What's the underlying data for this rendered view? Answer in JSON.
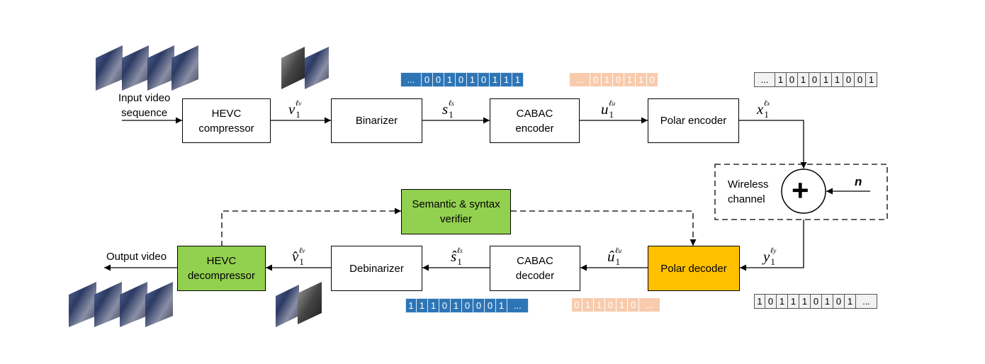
{
  "blocks": {
    "hevc_compressor": "HEVC\ncompressor",
    "binarizer": "Binarizer",
    "cabac_encoder": "CABAC\nencoder",
    "polar_encoder": "Polar encoder",
    "wireless_channel": "Wireless\nchannel",
    "noise": "n",
    "semantic_verifier": "Semantic & syntax\nverifier",
    "polar_decoder": "Polar decoder",
    "cabac_decoder": "CABAC\ndecoder",
    "debinarizer": "Debinarizer",
    "hevc_decompressor": "HEVC\ndecompressor",
    "adder": "+"
  },
  "labels": {
    "input_video": "Input video\nsequence",
    "output_video": "Output video"
  },
  "signals": {
    "v": {
      "base": "v",
      "sub": "1",
      "sup": "ℓ",
      "supsub": "v"
    },
    "s": {
      "base": "s",
      "sub": "1",
      "sup": "ℓ",
      "supsub": "s"
    },
    "u": {
      "base": "u",
      "sub": "1",
      "sup": "ℓ",
      "supsub": "u"
    },
    "x": {
      "base": "x",
      "sub": "1",
      "sup": "ℓ",
      "supsub": "x"
    },
    "y": {
      "base": "y",
      "sub": "1",
      "sup": "ℓ",
      "supsub": "y"
    },
    "u_hat": {
      "base": "û",
      "sub": "1",
      "sup": "ℓ",
      "supsub": "u"
    },
    "s_hat": {
      "base": "ŝ",
      "sub": "1",
      "sup": "ℓ",
      "supsub": "s"
    },
    "v_hat": {
      "base": "v̂",
      "sub": "1",
      "sup": "ℓ",
      "supsub": "v"
    }
  },
  "bitstreams": {
    "binarizer_out": [
      "...",
      "0",
      "0",
      "1",
      "0",
      "1",
      "0",
      "1",
      "1",
      "1"
    ],
    "cabac_out": [
      "...",
      "0",
      "1",
      "0",
      "1",
      "1",
      "0"
    ],
    "polar_out": [
      "...",
      "1",
      "0",
      "1",
      "0",
      "1",
      "1",
      "0",
      "0",
      "1"
    ],
    "polar_in": [
      "1",
      "0",
      "1",
      "1",
      "1",
      "0",
      "1",
      "0",
      "1",
      "..."
    ],
    "cabac_dec_out": [
      "0",
      "1",
      "1",
      "0",
      "1",
      "0",
      "..."
    ],
    "debin_in": [
      "1",
      "1",
      "1",
      "0",
      "1",
      "0",
      "0",
      "0",
      "1",
      "..."
    ]
  },
  "colors": {
    "green": "#92d050",
    "orange": "#ffc000",
    "bits_blue": "#2e75b6",
    "bits_peach": "#f8cbad",
    "bits_gray": "#f2f2f2"
  }
}
